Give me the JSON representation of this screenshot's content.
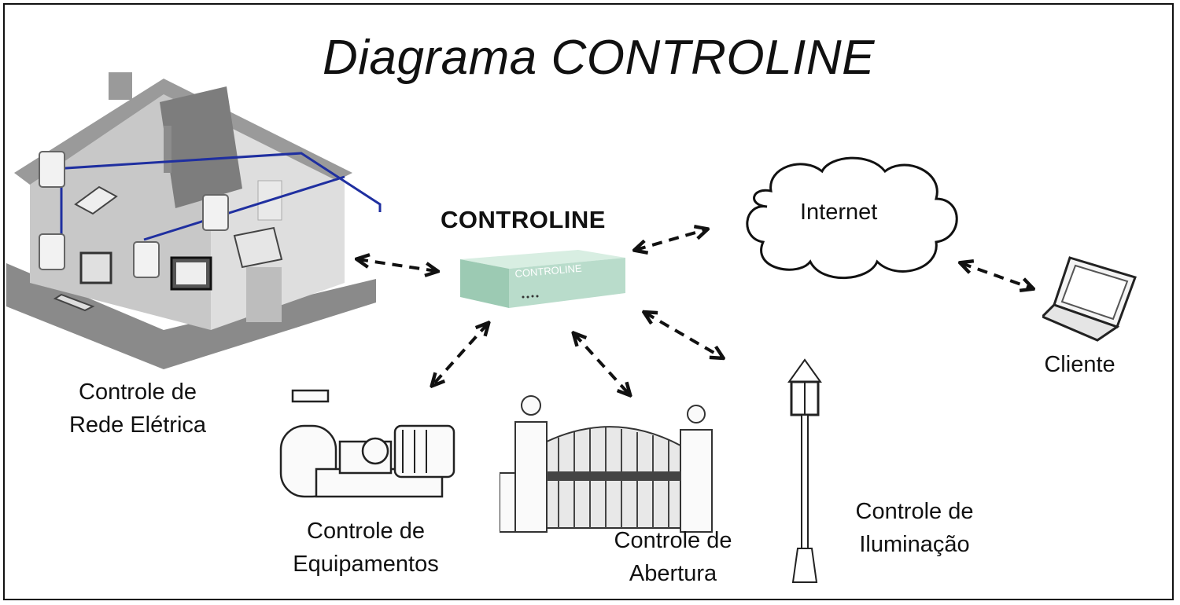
{
  "title": "Diagrama CONTROLINE",
  "hub": {
    "label": "CONTROLINE",
    "device_text": "CONTROLINE"
  },
  "cloud": {
    "label": "Internet"
  },
  "nodes": {
    "rede": {
      "line1": "Controle de",
      "line2": "Rede Elétrica"
    },
    "equipamentos": {
      "line1": "Controle de",
      "line2": "Equipamentos"
    },
    "abertura": {
      "line1": "Controle de",
      "line2": "Abertura"
    },
    "iluminacao": {
      "line1": "Controle de",
      "line2": "Iluminação"
    },
    "cliente": {
      "label": "Cliente"
    }
  },
  "colors": {
    "wiring": "#1f2fa0",
    "device_body": "#b9dccb",
    "arrow": "#111111",
    "house": "#a8a8a8"
  }
}
